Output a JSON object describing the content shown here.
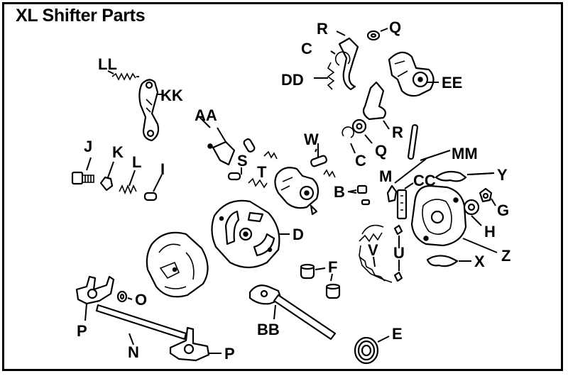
{
  "title": "XL Shifter Parts",
  "labels": {
    "LL": "LL",
    "KK": "KK",
    "AA": "AA",
    "J": "J",
    "K": "K",
    "L": "L",
    "I": "I",
    "S": "S",
    "T": "T",
    "W": "W",
    "R1": "R",
    "C1": "C",
    "Q1": "Q",
    "DD": "DD",
    "EE": "EE",
    "R2": "R",
    "Q2": "Q",
    "C2": "C",
    "MM": "MM",
    "M": "M",
    "CC": "CC",
    "Y": "Y",
    "B": "B",
    "G": "G",
    "H": "H",
    "D": "D",
    "Z": "Z",
    "V": "V",
    "U": "U",
    "X": "X",
    "F": "F",
    "O": "O",
    "P1": "P",
    "N": "N",
    "P2": "P",
    "BB": "BB",
    "E": "E"
  }
}
